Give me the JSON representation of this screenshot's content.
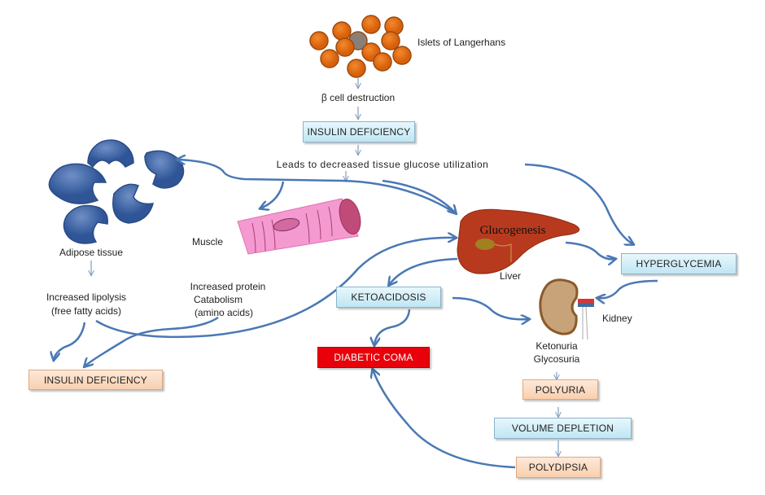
{
  "colors": {
    "arrow": "#4a78b4",
    "thin_arrow": "#7d9cc0",
    "blue_box": "#c7e9f5",
    "peach_box": "#fad6b8",
    "coma_box": "#e8000b",
    "islet": "#e36c0a",
    "adipose": "#3f66a8",
    "liver": "#b83a1e",
    "kidney": "#c8a37a"
  },
  "labels": {
    "islets": "Islets of Langerhans",
    "beta": "β cell destruction",
    "leads": "Leads to decreased tissue glucose utilization",
    "muscle": "Muscle",
    "adipose": "Adipose tissue",
    "lipolysis_1": "Increased lipolysis",
    "lipolysis_2": "(free fatty acids)",
    "protein_1": "Increased protein",
    "protein_2": "Catabolism",
    "protein_3": "(amino acids)",
    "glucogenesis": "Glucogenesis",
    "liver": "Liver",
    "kidney": "Kidney",
    "ketonuria": "Ketonuria",
    "glycosuria": "Glycosuria"
  },
  "boxes": {
    "insulin_top": "INSULIN DEFICIENCY",
    "insulin_left": "INSULIN DEFICIENCY",
    "hyperglycemia": "HYPERGLYCEMIA",
    "ketoacidosis": "KETOACIDOSIS",
    "coma": "DIABETIC COMA",
    "polyuria": "POLYURIA",
    "volume": "VOLUME DEPLETION",
    "polydipsia": "POLYDIPSIA"
  }
}
